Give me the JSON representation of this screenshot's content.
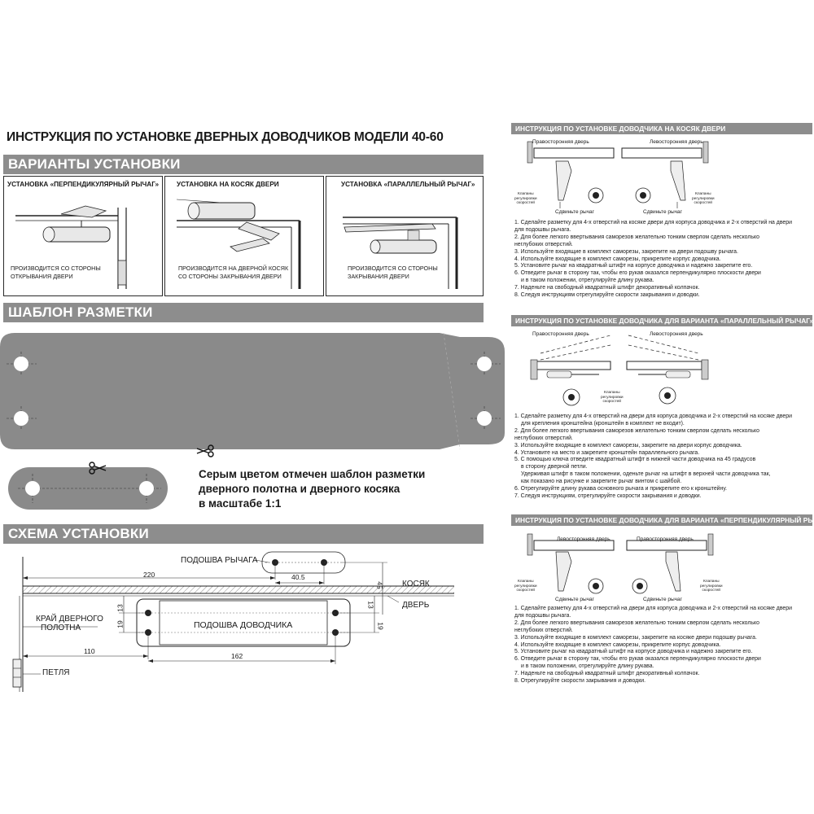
{
  "title": "ИНСТРУКЦИЯ ПО УСТАНОВКЕ ДВЕРНЫХ ДОВОДЧИКОВ МОДЕЛИ 40-60",
  "sections": {
    "variants": "ВАРИАНТЫ УСТАНОВКИ",
    "template": "ШАБЛОН РАЗМЕТКИ",
    "scheme": "СХЕМА УСТАНОВКИ"
  },
  "variants": [
    {
      "title": "УСТАНОВКА «ПЕРПЕНДИКУЛЯРНЫЙ РЫЧАГ»",
      "note1": "ПРОИЗВОДИТСЯ  СО СТОРОНЫ",
      "note2": "ОТКРЫВАНИЯ ДВЕРИ"
    },
    {
      "title": "УСТАНОВКА НА КОСЯК ДВЕРИ",
      "note1": "ПРОИЗВОДИТСЯ НА ДВЕРНОЙ КОСЯК",
      "note2": "СО СТОРОНЫ ЗАКРЫВАНИЯ ДВЕРИ"
    },
    {
      "title": "УСТАНОВКА «ПАРАЛЛЕЛЬНЫЙ РЫЧАГ»",
      "note1": "ПРОИЗВОДИТСЯ СО СТОРОНЫ",
      "note2": "ЗАКРЫВАНИЯ ДВЕРИ"
    }
  ],
  "template_caption": {
    "line1": "Серым цветом отмечен шаблон разметки",
    "line2": "дверного полотна и дверного косяка",
    "line3": "в масштабе 1:1"
  },
  "scheme": {
    "lever_base": "ПОДОШВА РЫЧАГА",
    "closer_base": "ПОДОШВА ДОВОДЧИКА",
    "jamb": "КОСЯК",
    "door": "ДВЕРЬ",
    "door_edge_1": "КРАЙ ДВЕРНОГО",
    "door_edge_2": "ПОЛОТНА",
    "hinge": "ПЕТЛЯ",
    "dims": {
      "d220": "220",
      "d40_5": "40.5",
      "d45": "45",
      "d13a": "13",
      "d13b": "13",
      "d19a": "19",
      "d19b": "19",
      "d110": "110",
      "d162": "162"
    }
  },
  "right": {
    "sec1": {
      "title": "ИНСТРУКЦИЯ ПО УСТАНОВКЕ  ДОВОДЧИКА НА КОСЯК ДВЕРИ",
      "right_door": "Правосторонняя дверь",
      "left_door": "Левосторонняя дверь",
      "valves1": "Клапаны",
      "valves2": "регулировки",
      "valves3": "скоростей",
      "move_lever": "Сдвиньте рычаг",
      "steps": [
        "1.  Сделайте разметку для 4-х отверстий на косяке двери для корпуса доводчика и 2-х отверстий на двери",
        "для подошвы рычага.",
        "2.  Для более легкого ввертывания саморезов желательно тонким сверлом сделать несколько",
        "неглубоких отверстий.",
        "3.  Используйте входящие в комплект саморезы, закрепите на двери подошву рычага.",
        "4.  Используйте входящие в комплект саморезы, прикрепите корпус доводчика.",
        "5.  Установите рычаг на квадратный штифт на корпусе доводчика и надежно закрепите его.",
        "6.  Отведите рычаг в сторону так, чтобы его рукав оказался перпендикулярно плоскости двери",
        "и в таком положении, отрегулируйте длину рукава.",
        "7.  Наденьте на свободный квадратный штифт декоративный колпачок.",
        "8.  Следуя инструкциям отрегулируйте скорости закрывания и доводки."
      ]
    },
    "sec2": {
      "title": "ИНСТРУКЦИЯ ПО УСТАНОВКЕ ДОВОДЧИКА ДЛЯ ВАРИАНТА «ПАРАЛЛЕЛЬНЫЙ РЫЧАГ»",
      "right_door": "Правосторонняя дверь",
      "left_door": "Левосторонняя дверь",
      "valves1": "Клапаны",
      "valves2": "регулировки",
      "valves3": "скоростей",
      "steps": [
        "1.  Сделайте разметку для 4-х отверстий на двери для корпуса доводчика и 2-х отверстий на косяке двери",
        "для крепления кронштейна (кронштейн в комплект не входит).",
        "2.  Для более легкого ввертывания саморезов желательно тонким сверлом сделать несколько",
        "неглубоких отверстий.",
        "3.  Используйте входящие в комплект саморезы, закрепите на двери корпус доводчика.",
        "4.  Установите на место и закрепите кронштейн параллельного рычага.",
        "5.  С помощью ключа отведите квадратный штифт в нижней части доводчика на 45 градусов",
        "в сторону дверной петли.",
        "Удерживая штифт в таком положении, оденьте рычаг на штифт в верхней части доводчика так,",
        "как показано на рисунке и закрепите рычаг винтом с шайбой.",
        "6.  Отрегулируйте длину рукава основного рычага и прикрепите его к кронштейну.",
        "7.  Следуя инструкциям, отрегулируйте скорости закрывания и доводки."
      ]
    },
    "sec3": {
      "title": "ИНСТРУКЦИЯ ПО УСТАНОВКЕ ДОВОДЧИКА ДЛЯ ВАРИАНТА «ПЕРПЕНДИКУЛЯРНЫЙ РЫЧАГ»",
      "left_door": "Левосторонняя дверь",
      "right_door": "Правосторонняя дверь",
      "valves1": "Клапаны",
      "valves2": "регулировки",
      "valves3": "скоростей",
      "move_lever": "Сдвиньте рычаг",
      "steps": [
        "1.  Сделайте разметку для 4-х отверстий на двери для корпуса доводчика и 2-х отверстий на косяке двери",
        "для подошвы рычага.",
        "2.  Для более легкого ввертывания саморезов желательно тонким сверлом сделать несколько",
        "неглубоких отверстий.",
        "3.  Используйте входящие в комплект саморезы, закрепите на косяке двери подошву рычага.",
        "4.  Используйте входящие в комплект саморезы, прикрепите корпус доводчика.",
        "5.  Установите рычаг на квадратный штифт на корпусе доводчика и надежно закрепите его.",
        "6.  Отведите рычаг в сторону так, чтобы его рукав оказался перпендикулярно плоскости двери",
        "и в таком положении, отрегулируйте длину рукава.",
        "7.  Наденьте на свободный квадратный штифт декоративный колпачок.",
        "8.  Отрегулируйте скорости закрывания и доводки."
      ]
    }
  },
  "colors": {
    "section_bar": "#8d8d8d",
    "template_gray": "#8a8a8a"
  },
  "icons": [
    "scissors-icon"
  ]
}
